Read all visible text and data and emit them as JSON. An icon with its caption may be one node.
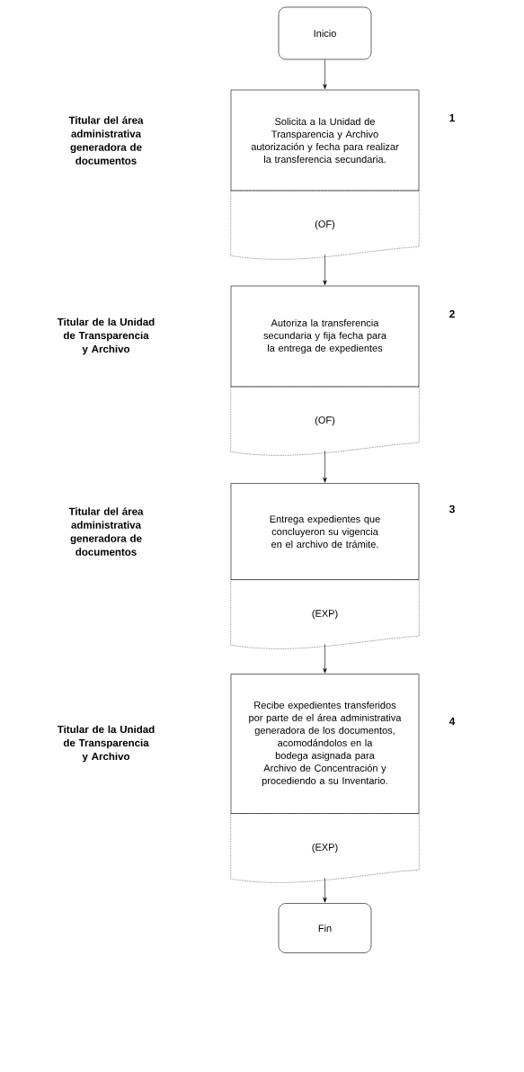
{
  "diagram": {
    "nodes": [
      {
        "text": [
          "Inicio"
        ]
      },
      {
        "text": [
          "Solicita a la Unidad de Transparencia y Archivo autorización y fecha para realizar la transferencia secundaria."
        ]
      },
      {
        "text": [
          "(OF)"
        ]
      },
      {
        "text": [
          "Autoriza la transferencia secundaria y fija fecha para la entrega de expedientes"
        ]
      },
      {
        "text": [
          "(OF)"
        ]
      },
      {
        "text": [
          "Entrega expedientes que concluyeron su vigencia en el archivo de trámite."
        ]
      },
      {
        "text": [
          "(EXP)"
        ]
      },
      {
        "text": [
          "Recibe expedientes transferidos por parte de el área administrativa generadora de los documentos, acomodándolos en la bodega asignada para Archivo de Concentración y procediendo a su Inventario."
        ]
      },
      {
        "text": [
          "(EXP)"
        ]
      },
      {
        "text": [
          "Fin"
        ]
      }
    ],
    "edges": [
      {
        "from": 0,
        "to": 1,
        "arrow": "to"
      },
      {
        "from": 2,
        "to": 3,
        "arrow": "to"
      },
      {
        "from": 4,
        "to": 5,
        "arrow": "to"
      },
      {
        "from": 6,
        "to": 7,
        "arrow": "to"
      },
      {
        "from": 8,
        "to": 9,
        "arrow": "to"
      }
    ],
    "labels": [
      "Titular del área administrativa generadora de documentos",
      "1",
      "Titular de la Unidad de Transparencia y Archivo",
      "2",
      "Titular del área administrativa generadora de documentos",
      "3",
      "Titular de la Unidad de Transparencia y Archivo",
      "4"
    ]
  }
}
